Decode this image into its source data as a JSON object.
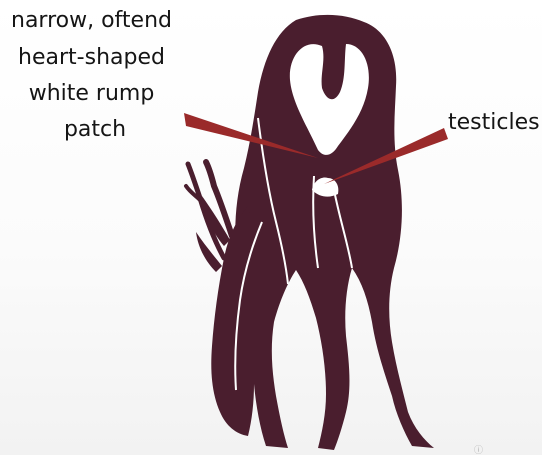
{
  "labels": {
    "rump_patch": [
      "narrow, oftend",
      "heart-shaped",
      "white rump",
      "patch"
    ],
    "testicles": "testicles"
  },
  "colors": {
    "body": "#4a1e2e",
    "pointer": "#9a2a2a",
    "patch": "#ffffff",
    "text": "#151515",
    "background": "#fbfbfb"
  }
}
